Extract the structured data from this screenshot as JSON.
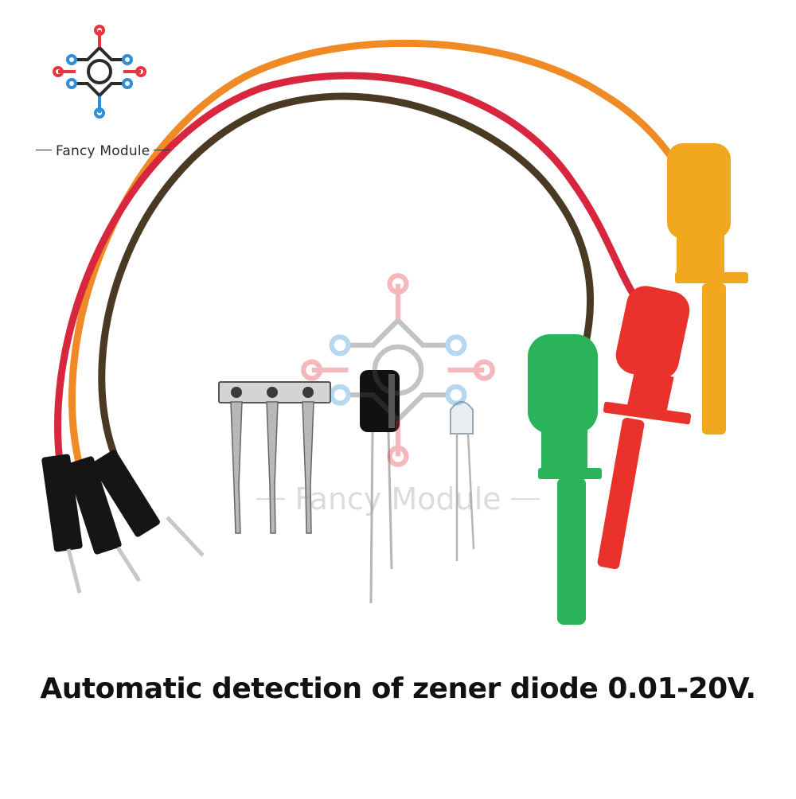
{
  "brand": {
    "name": "Fancy Module",
    "colors": {
      "red": "#e8353f",
      "blue": "#2f8fd6",
      "dark": "#2b2b2b"
    }
  },
  "watermark": {
    "text": "Fancy Module"
  },
  "caption": {
    "text": "Automatic detection of zener diode 0.01-20V."
  },
  "product": {
    "wire_colors": {
      "orange": "#f08a24",
      "red": "#d7263d",
      "brown": "#4a3a24"
    },
    "clip_colors": {
      "yellow": "#f2a81e",
      "red": "#e8322b",
      "green": "#2bb35a"
    }
  }
}
